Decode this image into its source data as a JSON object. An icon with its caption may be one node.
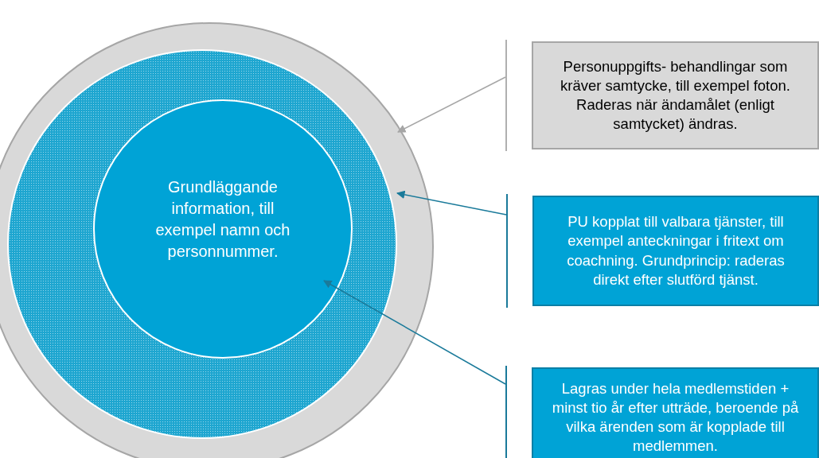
{
  "diagram": {
    "nodes": [
      {
        "text": [],
        "shape": "circle"
      },
      {
        "text": [],
        "shape": "circle",
        "in": 0
      },
      {
        "text": [
          "Grundläggande information, till exempel namn och personnummer."
        ],
        "in": 1
      },
      {
        "text": [
          "Personuppgifts- behandlingar som kräver samtycke, till exempel foton. Raderas när ändamålet (enligt samtycket) ändras."
        ]
      },
      {
        "text": [
          "PU kopplat till valbara tjänster, till exempel anteckningar i fritext om coachning. Grundprincip: raderas direkt efter slutförd tjänst."
        ]
      },
      {
        "text": [
          "Lagras under hela medlemstiden + minst tio år efter utträde, beroende på vilka ärenden som är kopplade till medlemmen."
        ]
      }
    ],
    "edges": [
      {
        "from": 3,
        "to": 0,
        "arrow": "to",
        "color": "#a6a6a6"
      },
      {
        "from": 4,
        "to": 1,
        "arrow": "to"
      },
      {
        "from": 5,
        "to": 2,
        "arrow": "to"
      }
    ]
  }
}
